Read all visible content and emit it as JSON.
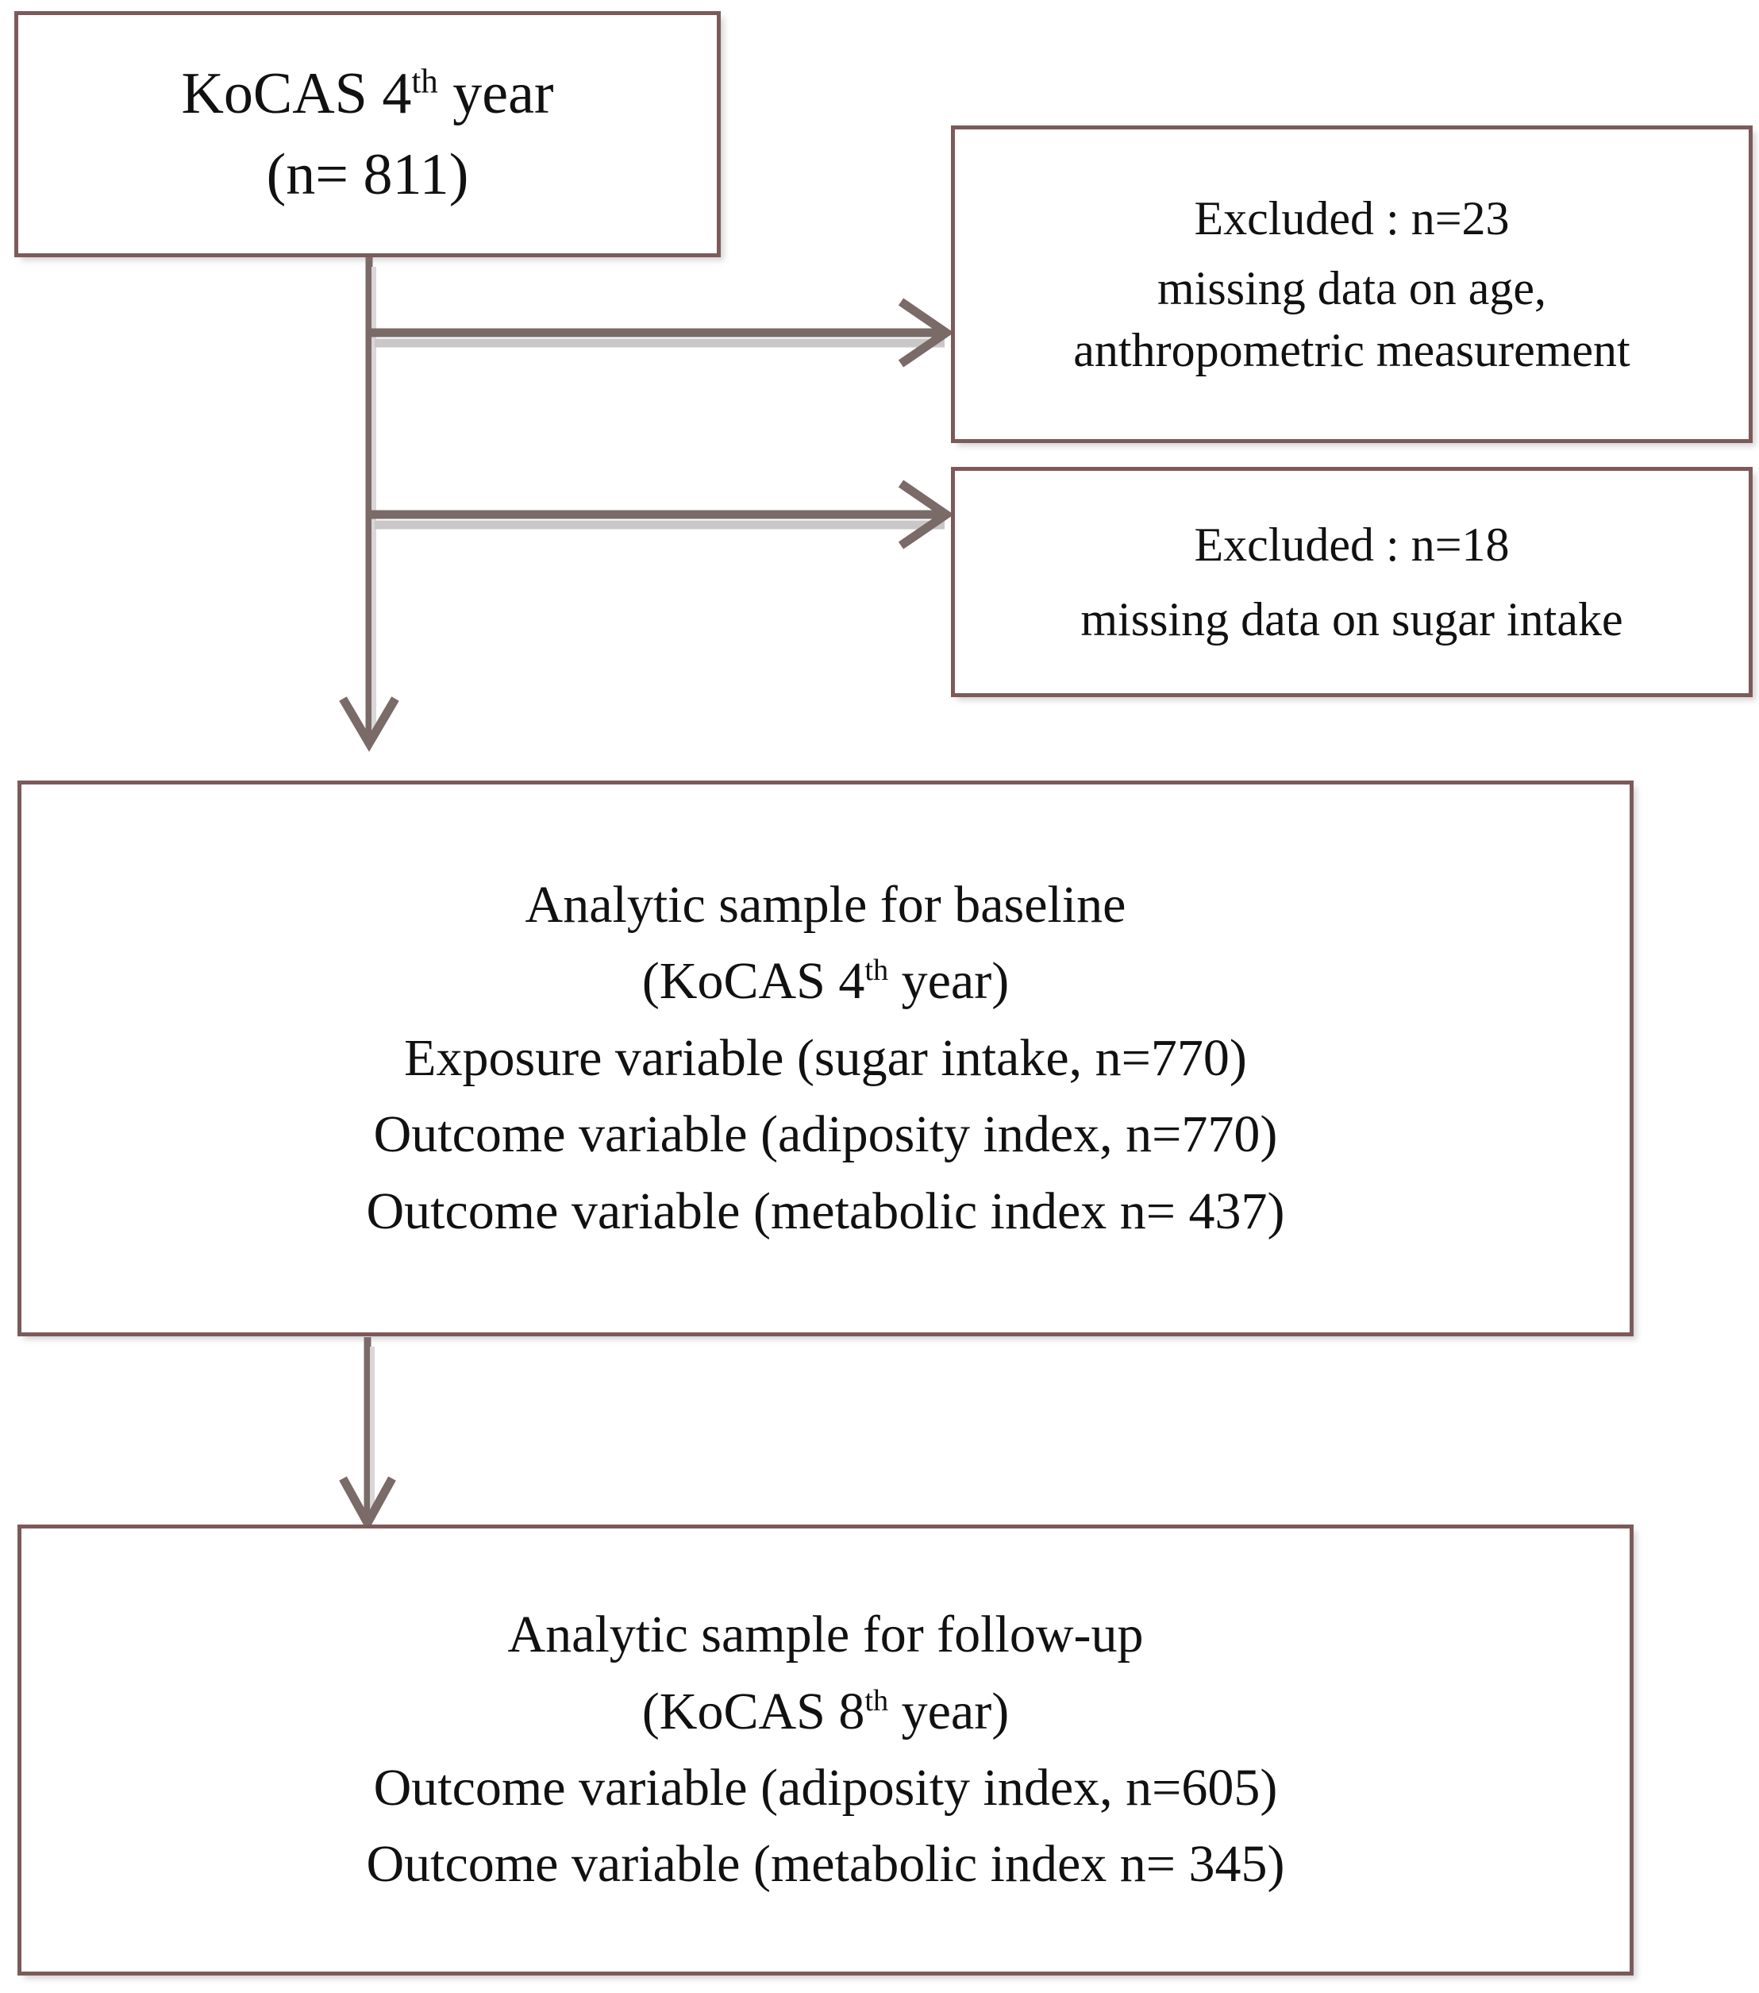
{
  "diagram": {
    "title": "KoCAS study participant flow",
    "accent_border_color": "#7d5a5a",
    "connector_color": "#7a6a68",
    "background_color": "#ffffff"
  },
  "boxes": {
    "source": {
      "name": "KoCAS 4th year source population",
      "lines": [
        {
          "pre": "KoCAS 4",
          "sup": "th",
          "post": " year"
        },
        {
          "pre": "(n= 811)",
          "sup": "",
          "post": ""
        }
      ],
      "line1_pre": "KoCAS 4",
      "line1_sup": "th",
      "line1_post": " year",
      "line2": "(n= 811)"
    },
    "excluded_age": {
      "name": "Excluded for missing age / anthropometry",
      "line1": "Excluded : n=23",
      "line2": "missing data on age,",
      "line3": "anthropometric measurement"
    },
    "excluded_sugar": {
      "name": "Excluded for missing sugar intake",
      "line1": "Excluded : n=18",
      "line2": "missing data on sugar intake"
    },
    "baseline": {
      "name": "Analytic sample for baseline",
      "line1": "Analytic sample for baseline",
      "line2_pre": "(KoCAS 4",
      "line2_sup": "th",
      "line2_post": " year)",
      "line3": "Exposure variable (sugar intake, n=770)",
      "line4": "Outcome variable (adiposity index, n=770)",
      "line5": "Outcome variable (metabolic index n= 437)"
    },
    "followup": {
      "name": "Analytic sample for follow-up",
      "line1": "Analytic sample for follow-up",
      "line2_pre": "(KoCAS 8",
      "line2_sup": "th",
      "line2_post": " year)",
      "line3": "Outcome variable (adiposity index, n=605)",
      "line4": "Outcome variable (metabolic index n= 345)"
    }
  },
  "connectors": [
    {
      "id": "trunk",
      "from": "source",
      "to": "baseline",
      "kind": "vertical-arrow"
    },
    {
      "id": "branch-1",
      "from": "trunk",
      "to": "excluded_age",
      "kind": "horizontal-arrow"
    },
    {
      "id": "branch-2",
      "from": "trunk",
      "to": "excluded_sugar",
      "kind": "horizontal-arrow"
    },
    {
      "id": "baseline-to-followup",
      "from": "baseline",
      "to": "followup",
      "kind": "vertical-arrow"
    }
  ],
  "flow_data": {
    "type": "flowchart",
    "nodes": [
      {
        "id": "source",
        "label": "KoCAS 4th year",
        "n": 811
      },
      {
        "id": "excluded_age",
        "label": "Excluded: missing data on age, anthropometric measurement",
        "n": 23
      },
      {
        "id": "excluded_sugar",
        "label": "Excluded: missing data on sugar intake",
        "n": 18
      },
      {
        "id": "baseline",
        "label": "Analytic sample for baseline (KoCAS 4th year)",
        "measures": [
          {
            "role": "Exposure variable",
            "name": "sugar intake",
            "n": 770
          },
          {
            "role": "Outcome variable",
            "name": "adiposity index",
            "n": 770
          },
          {
            "role": "Outcome variable",
            "name": "metabolic index",
            "n": 437
          }
        ]
      },
      {
        "id": "followup",
        "label": "Analytic sample for follow-up (KoCAS 8th year)",
        "measures": [
          {
            "role": "Outcome variable",
            "name": "adiposity index",
            "n": 605
          },
          {
            "role": "Outcome variable",
            "name": "metabolic index",
            "n": 345
          }
        ]
      }
    ],
    "edges": [
      {
        "from": "source",
        "to": "excluded_age"
      },
      {
        "from": "source",
        "to": "excluded_sugar"
      },
      {
        "from": "source",
        "to": "baseline"
      },
      {
        "from": "baseline",
        "to": "followup"
      }
    ]
  }
}
